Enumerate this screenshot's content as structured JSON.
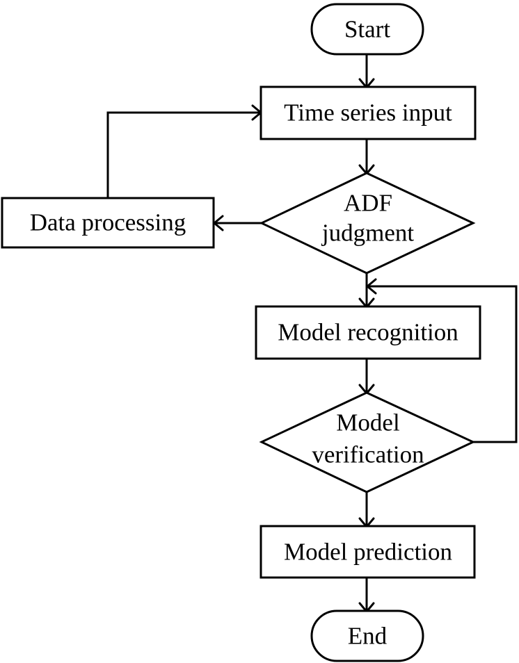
{
  "nodes": {
    "start": "Start",
    "time_series_input": "Time series input",
    "adf_judgment": [
      "ADF",
      "judgment"
    ],
    "data_processing": "Data processing",
    "model_recognition": "Model recognition",
    "model_verification": [
      "Model",
      "verification"
    ],
    "model_prediction": "Model prediction",
    "end": "End"
  },
  "edges": [
    {
      "from": "start",
      "to": "time_series_input"
    },
    {
      "from": "time_series_input",
      "to": "adf_judgment"
    },
    {
      "from": "adf_judgment",
      "to": "data_processing"
    },
    {
      "from": "data_processing",
      "to": "time_series_input"
    },
    {
      "from": "adf_judgment",
      "to": "model_recognition"
    },
    {
      "from": "model_recognition",
      "to": "model_verification"
    },
    {
      "from": "model_verification",
      "to": "model_recognition"
    },
    {
      "from": "model_verification",
      "to": "model_prediction"
    },
    {
      "from": "model_prediction",
      "to": "end"
    }
  ],
  "colors": {
    "stroke": "#000000",
    "fill": "#ffffff"
  }
}
